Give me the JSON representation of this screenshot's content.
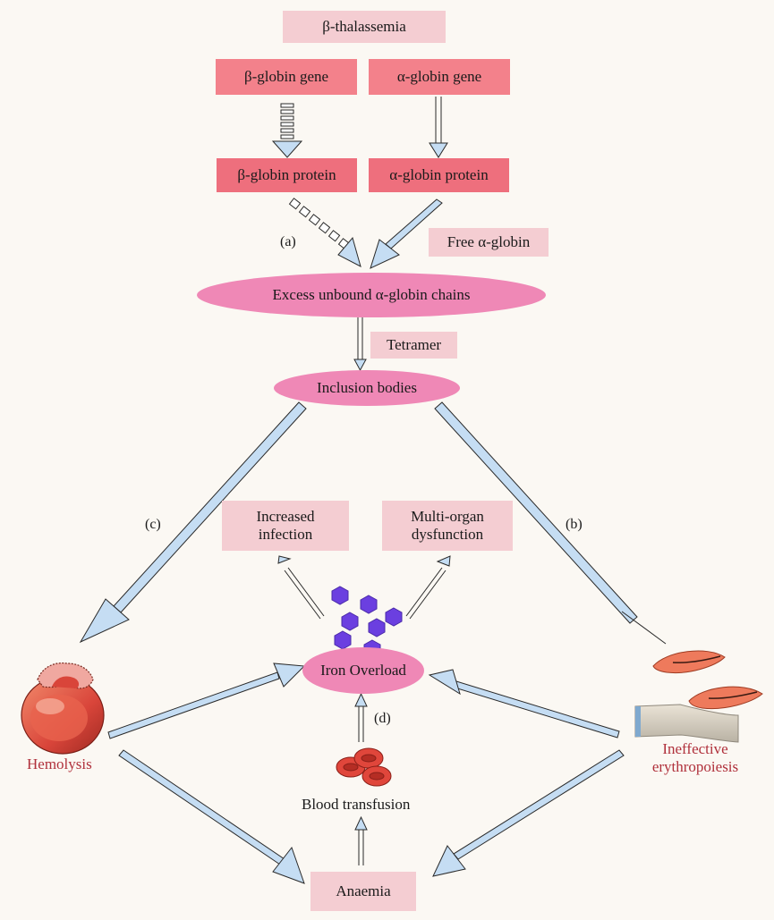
{
  "nodes": {
    "thalassemia": "β-thalassemia",
    "beta_gene": "β-globin gene",
    "alpha_gene": "α-globin gene",
    "beta_protein": "β-globin protein",
    "alpha_protein": "α-globin protein",
    "free_alpha": "Free α-globin",
    "excess_chains": "Excess unbound α-globin chains",
    "tetramer": "Tetramer",
    "inclusion_bodies": "Inclusion bodies",
    "increased_infection": "Increased infection",
    "multi_organ": "Multi-organ dysfunction",
    "iron_overload": "Iron Overload",
    "hemolysis": "Hemolysis",
    "ineffective_1": "Ineffective",
    "ineffective_2": "erythropoiesis",
    "blood_transfusion": "Blood transfusion",
    "anaemia": "Anaemia"
  },
  "labels": {
    "a": "(a)",
    "b": "(b)",
    "c": "(c)",
    "d": "(d)"
  },
  "colors": {
    "box_light": "#f4cdd2",
    "box_mid": "#f3818b",
    "box_strong": "#ee6f7d",
    "ellipse": "#ef88b6",
    "arrow_fill": "#c5ddf3",
    "arrow_stroke": "#2a2a2a",
    "iron_hexagon": "#6b3fe0",
    "cell_red": "#d9453a"
  }
}
